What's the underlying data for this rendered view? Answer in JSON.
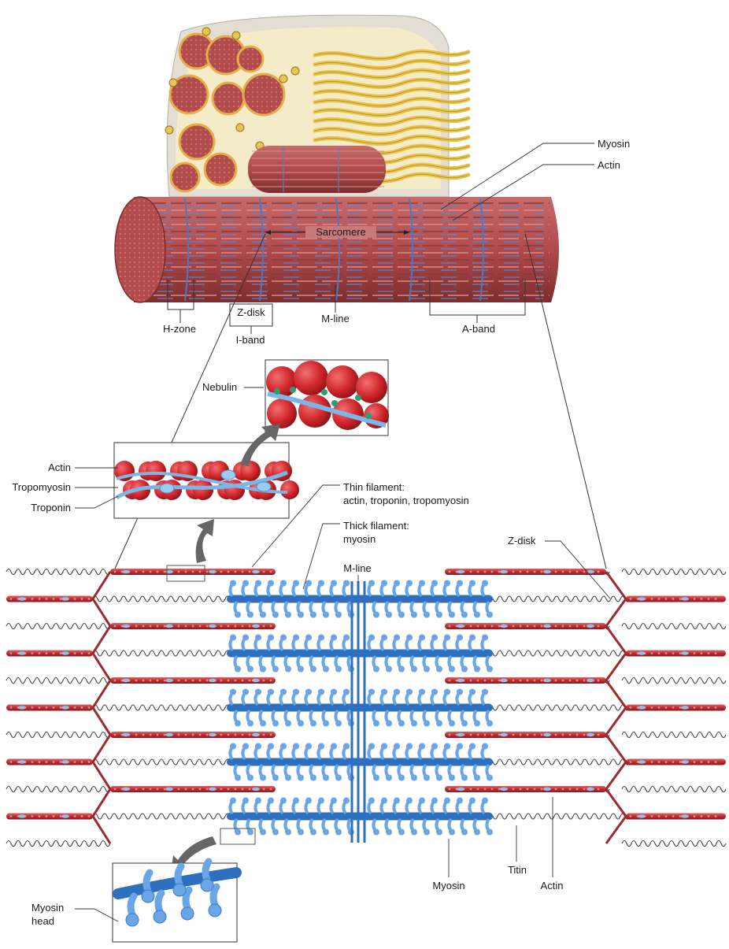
{
  "labels": {
    "myosin_top": "Myosin",
    "actin_top": "Actin",
    "sarcomere": "Sarcomere",
    "h_zone": "H-zone",
    "z_disk_top": "Z-disk",
    "i_band": "I-band",
    "m_line_top": "M-line",
    "a_band": "A-band",
    "nebulin": "Nebulin",
    "actin_inset": "Actin",
    "tropomyosin": "Tropomyosin",
    "troponin": "Troponin",
    "thin_filament_1": "Thin filament:",
    "thin_filament_2": "actin, troponin, tropomyosin",
    "thick_filament_1": "Thick filament:",
    "thick_filament_2": "myosin",
    "m_line": "M-line",
    "z_disk": "Z-disk",
    "myosin_bottom": "Myosin",
    "titin": "Titin",
    "actin_bottom": "Actin",
    "myosin_head_1": "Myosin",
    "myosin_head_2": "head"
  },
  "colors": {
    "muscle_red": "#b44b4b",
    "muscle_dark": "#7e2b2b",
    "actin_red": "#c2272d",
    "myosin_blue": "#2f6fc0",
    "myosin_light": "#6aa6e6",
    "tendon_yellow": "#e8c34a",
    "titin_gray": "#444444",
    "nebulin_blue": "#7ab7e6",
    "troponin_green": "#2e9e6e"
  }
}
